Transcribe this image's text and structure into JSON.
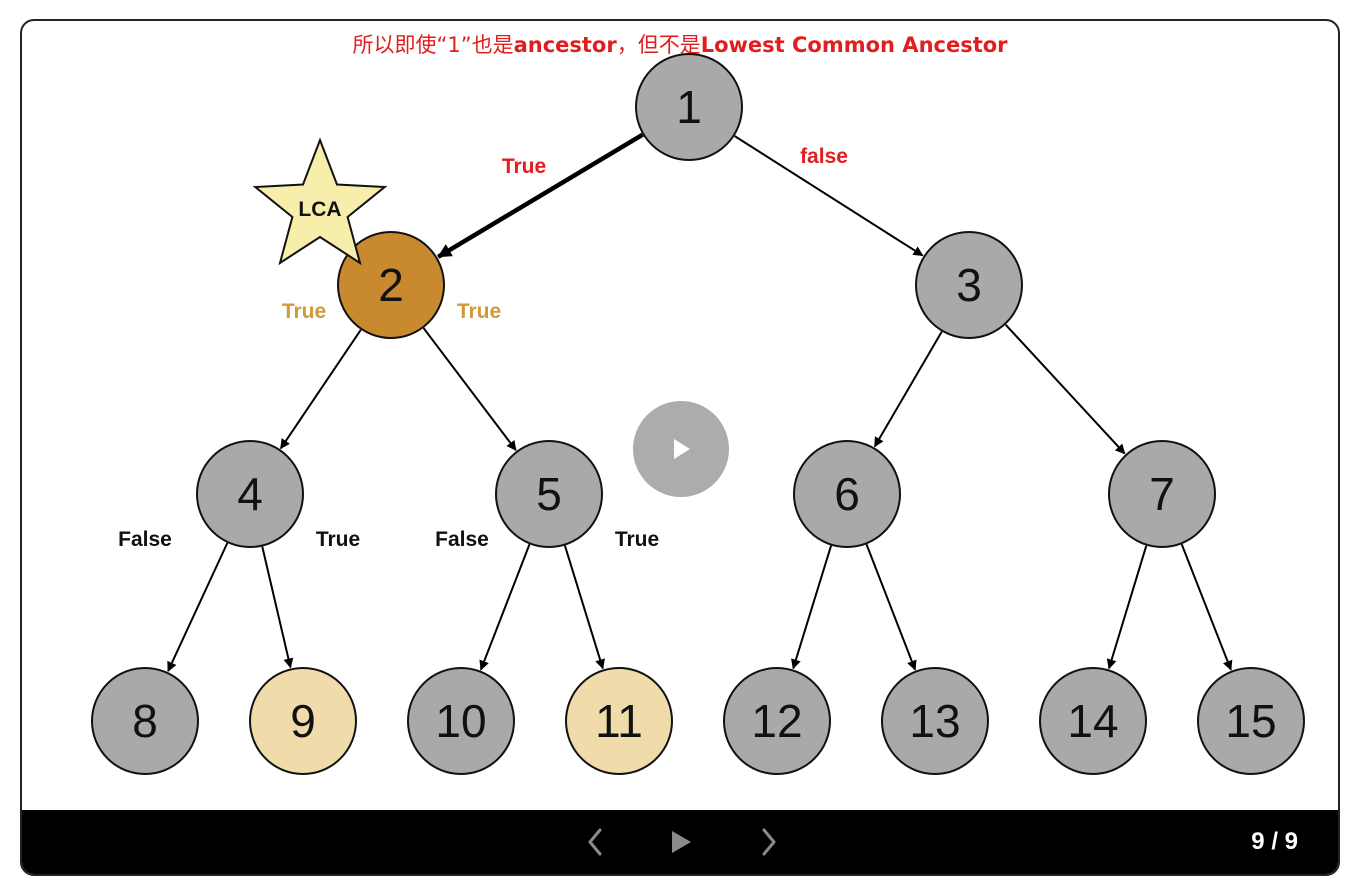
{
  "caption": {
    "part1": "所以即使“1”也是",
    "part2": "ancestor",
    "part3": "，但不是",
    "part4": "Lowest Common Ancestor"
  },
  "colors": {
    "default_node": "#a9a9a9",
    "lca_node": "#c8892f",
    "target_node": "#f0dcaa",
    "star_fill": "#f6eeaa",
    "red_label": "#e01e1e",
    "orange_label": "#d09a3a",
    "black_label": "#111111"
  },
  "nodes": [
    {
      "id": "1",
      "label": "1",
      "state": "default"
    },
    {
      "id": "2",
      "label": "2",
      "state": "lca"
    },
    {
      "id": "3",
      "label": "3",
      "state": "default"
    },
    {
      "id": "4",
      "label": "4",
      "state": "default"
    },
    {
      "id": "5",
      "label": "5",
      "state": "default"
    },
    {
      "id": "6",
      "label": "6",
      "state": "default"
    },
    {
      "id": "7",
      "label": "7",
      "state": "default"
    },
    {
      "id": "8",
      "label": "8",
      "state": "default"
    },
    {
      "id": "9",
      "label": "9",
      "state": "target"
    },
    {
      "id": "10",
      "label": "10",
      "state": "default"
    },
    {
      "id": "11",
      "label": "11",
      "state": "target"
    },
    {
      "id": "12",
      "label": "12",
      "state": "default"
    },
    {
      "id": "13",
      "label": "13",
      "state": "default"
    },
    {
      "id": "14",
      "label": "14",
      "state": "default"
    },
    {
      "id": "15",
      "label": "15",
      "state": "default"
    }
  ],
  "edges": [
    {
      "from": "1",
      "to": "2",
      "label": "True",
      "label_color": "red",
      "emphasized": true
    },
    {
      "from": "1",
      "to": "3",
      "label": "false",
      "label_color": "red",
      "emphasized": false
    },
    {
      "from": "2",
      "to": "4",
      "label": "True",
      "label_color": "orange",
      "emphasized": false
    },
    {
      "from": "2",
      "to": "5",
      "label": "True",
      "label_color": "orange",
      "emphasized": false
    },
    {
      "from": "3",
      "to": "6",
      "label": "",
      "emphasized": false
    },
    {
      "from": "3",
      "to": "7",
      "label": "",
      "emphasized": false
    },
    {
      "from": "4",
      "to": "8",
      "label": "False",
      "label_color": "black",
      "emphasized": false
    },
    {
      "from": "4",
      "to": "9",
      "label": "True",
      "label_color": "black",
      "emphasized": false
    },
    {
      "from": "5",
      "to": "10",
      "label": "False",
      "label_color": "black",
      "emphasized": false
    },
    {
      "from": "5",
      "to": "11",
      "label": "True",
      "label_color": "black",
      "emphasized": false
    },
    {
      "from": "6",
      "to": "12",
      "label": "",
      "emphasized": false
    },
    {
      "from": "6",
      "to": "13",
      "label": "",
      "emphasized": false
    },
    {
      "from": "7",
      "to": "14",
      "label": "",
      "emphasized": false
    },
    {
      "from": "7",
      "to": "15",
      "label": "",
      "emphasized": false
    }
  ],
  "lca_badge": {
    "label": "LCA",
    "attached_to": "2"
  },
  "player": {
    "prev_icon": "chevron-left-icon",
    "play_icon": "play-icon",
    "next_icon": "chevron-right-icon",
    "current_page": 9,
    "total_pages": 9,
    "counter_text": "9 / 9"
  }
}
